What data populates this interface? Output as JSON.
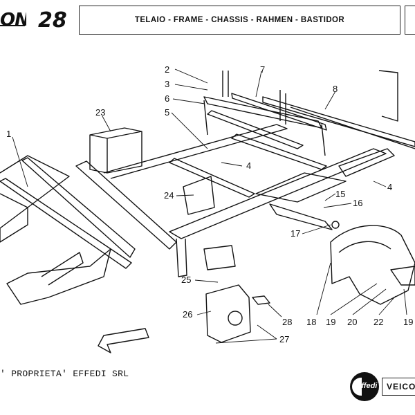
{
  "header": {
    "brand": "ONE",
    "page_number": "28",
    "title": "TELAIO - FRAME - CHASSIS - RAHMEN - BASTIDOR"
  },
  "callouts": [
    "1",
    "2",
    "3",
    "6",
    "5",
    "7",
    "8",
    "23",
    "4",
    "24",
    "15",
    "16",
    "17",
    "4",
    "25",
    "26",
    "28",
    "27",
    "18",
    "19",
    "20",
    "22",
    "19"
  ],
  "footer": {
    "copyright": "' PROPRIETA' EFFEDI SRL",
    "logo_text": "Effedi",
    "brand_text": "VEICO"
  }
}
